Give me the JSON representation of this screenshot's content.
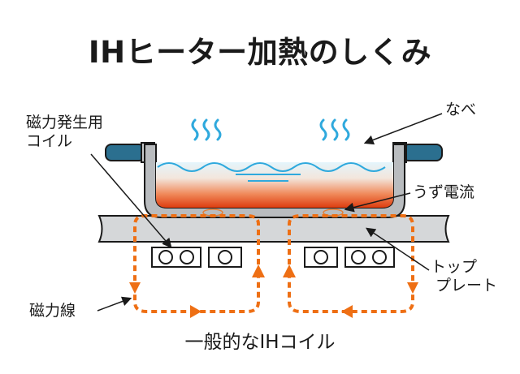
{
  "title": "IHヒーター加熱のしくみ",
  "labels": {
    "nabe": "なべ",
    "coil_line1": "磁力発生用",
    "coil_line2": "コイル",
    "eddy": "うず電流",
    "top_line1": "トップ",
    "top_line2": "プレート",
    "flux": "磁力線"
  },
  "caption": "一般的なIHコイル",
  "colors": {
    "flux_orange": "#ee6f14",
    "pan_gray": "#b9bcbf",
    "handle_blue": "#2b6f8f",
    "steam_blue": "#2fa9dd",
    "water_top": "#d9f0fa",
    "heat_red": "#e24a16"
  }
}
